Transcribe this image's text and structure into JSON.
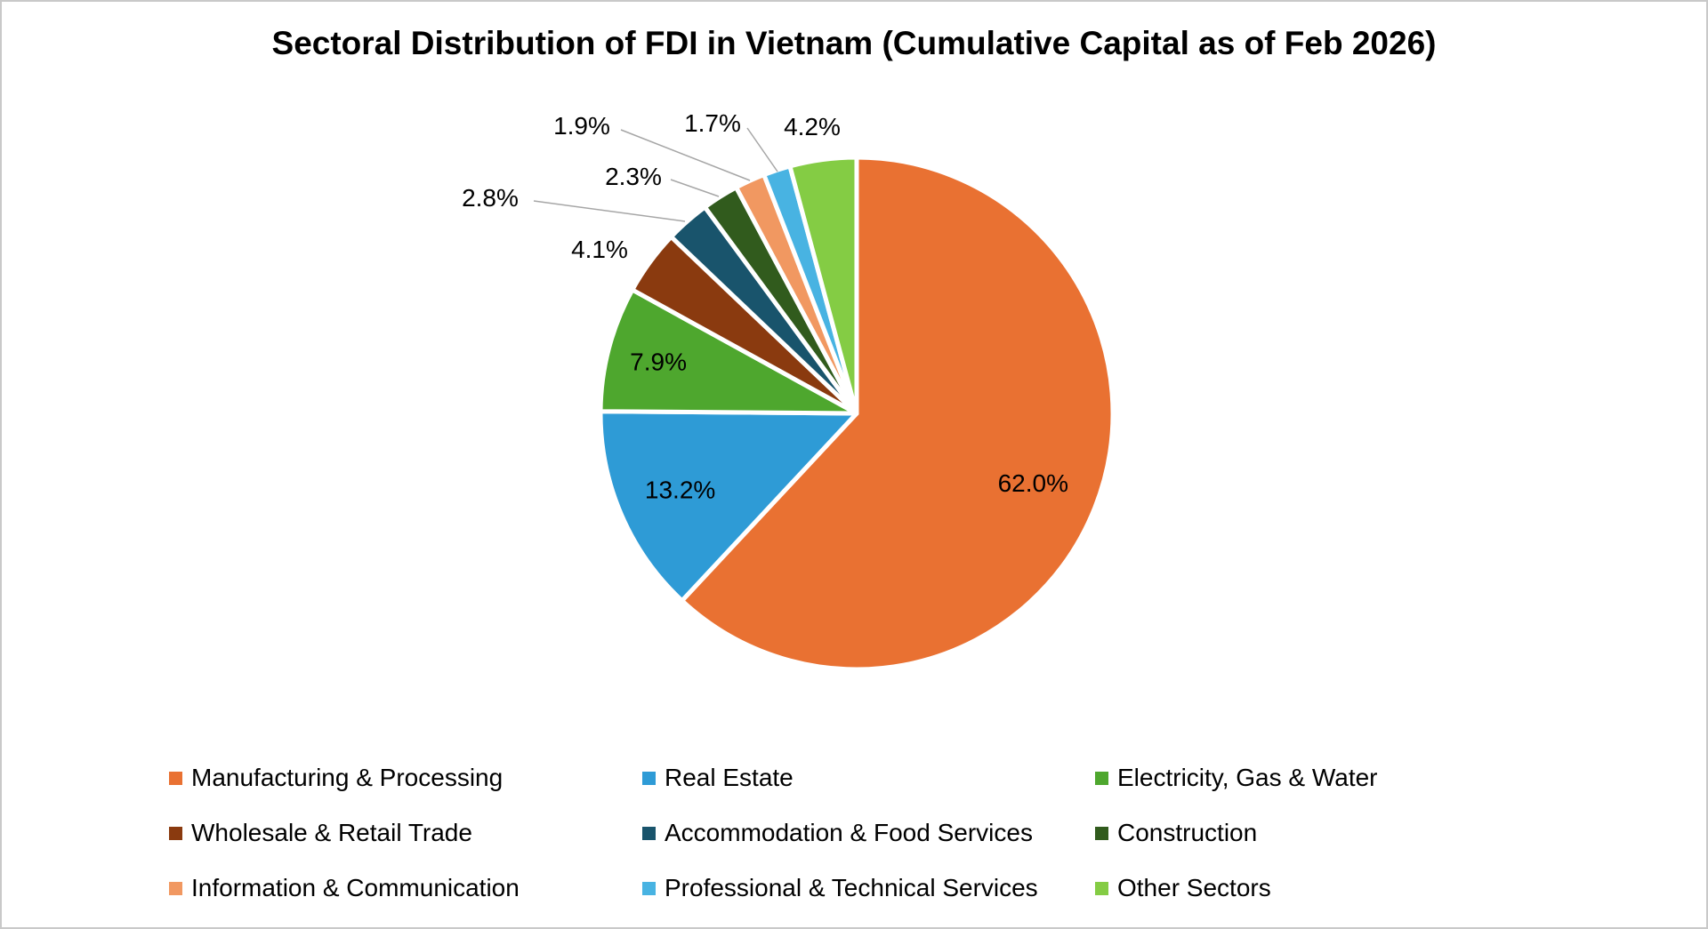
{
  "page": {
    "background_color": "#ffffff",
    "border_color": "#c9c9c9"
  },
  "chart_data": {
    "type": "pie",
    "title": "Sectoral Distribution of FDI in Vietnam (Cumulative Capital as of Feb 2026)",
    "unit": "%",
    "direction": "clockwise",
    "start_angle_deg": 0,
    "legend_position": "bottom",
    "label_text_color": "#000000",
    "leader_line_color": "#a6a6a6",
    "slices": [
      {
        "label": "Manufacturing & Processing",
        "value": 62.0,
        "display": "62.0%",
        "color": "#E97132"
      },
      {
        "label": "Real Estate",
        "value": 13.2,
        "display": "13.2%",
        "color": "#2E9BD6"
      },
      {
        "label": "Electricity, Gas & Water",
        "value": 7.9,
        "display": "7.9%",
        "color": "#4EA72E"
      },
      {
        "label": "Wholesale & Retail Trade",
        "value": 4.1,
        "display": "4.1%",
        "color": "#8A3A0F"
      },
      {
        "label": "Accommodation & Food Services",
        "value": 2.8,
        "display": "2.8%",
        "color": "#19546C"
      },
      {
        "label": "Construction",
        "value": 2.3,
        "display": "2.3%",
        "color": "#315B1D"
      },
      {
        "label": "Information & Communication",
        "value": 1.9,
        "display": "1.9%",
        "color": "#F19861"
      },
      {
        "label": "Professional & Technical Services",
        "value": 1.7,
        "display": "1.7%",
        "color": "#48B3E2"
      },
      {
        "label": "Other Sectors",
        "value": 4.2,
        "display": "4.2%",
        "color": "#84CC44"
      }
    ]
  }
}
